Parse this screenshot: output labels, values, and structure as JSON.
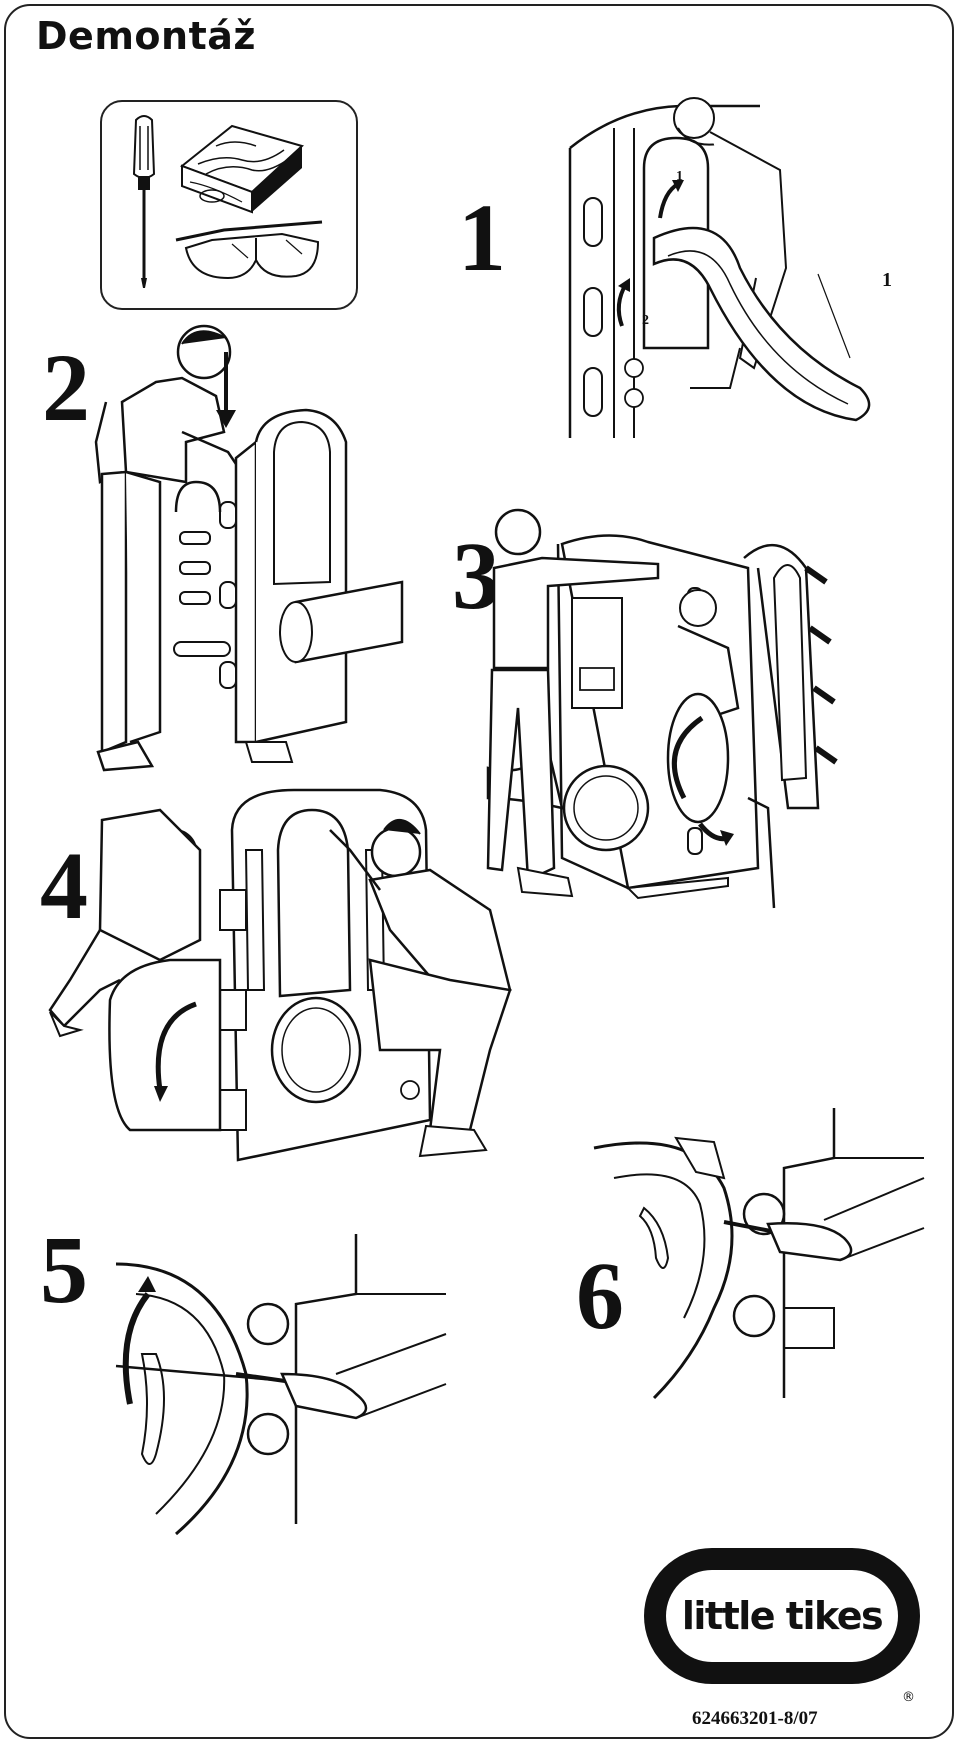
{
  "page": {
    "title": "Demontáž",
    "part_number": "624663201-8/07"
  },
  "brand": {
    "name": "little tikes",
    "registered": "®"
  },
  "tools": [
    {
      "icon": "screwdriver-icon"
    },
    {
      "icon": "wood-block-icon"
    },
    {
      "icon": "safety-glasses-icon"
    }
  ],
  "steps": [
    {
      "number": "1",
      "callouts": [
        "1",
        "2",
        "1"
      ]
    },
    {
      "number": "2"
    },
    {
      "number": "3"
    },
    {
      "number": "4"
    },
    {
      "number": "5"
    },
    {
      "number": "6"
    }
  ],
  "colors": {
    "ink": "#111111",
    "paper": "#ffffff"
  }
}
